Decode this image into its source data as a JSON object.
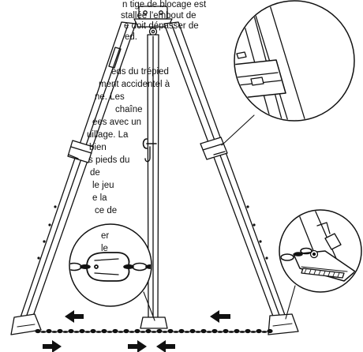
{
  "text_block_1": {
    "lines": [
      "n tige de blocage est",
      "stallée  l'embout de",
      "e doit dépasser de",
      "ed."
    ]
  },
  "text_block_2": {
    "lines": [
      "eds du trépied",
      "ment accidentel à",
      "ne. Les",
      "chaîne",
      "ées avec un",
      "uillage. La",
      "bien",
      "s pieds du",
      "de",
      "le jeu",
      "e la",
      "ce de",
      "",
      "er",
      "le"
    ]
  },
  "colors": {
    "ink": "#111111",
    "background": "#ffffff",
    "shade": "#777777"
  }
}
